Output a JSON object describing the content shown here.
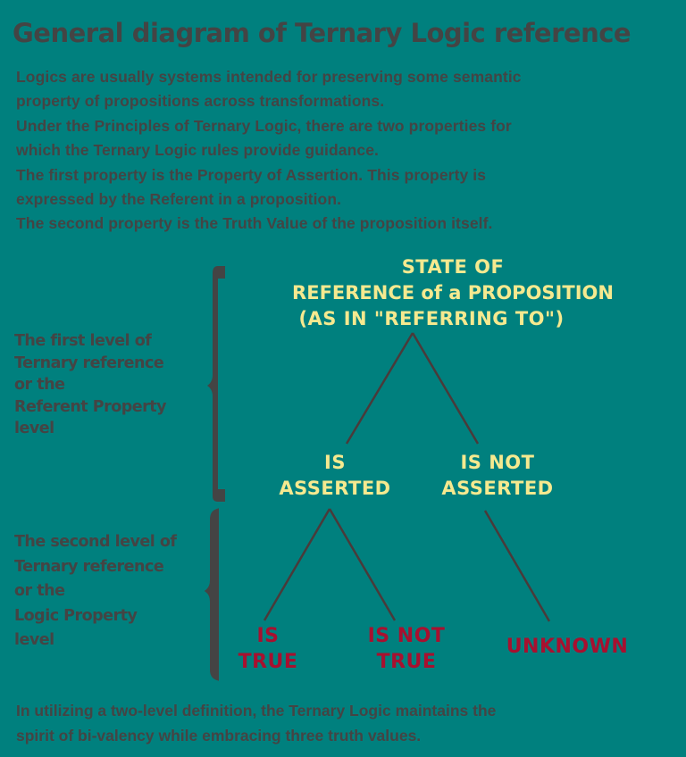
{
  "title": "General diagram of Ternary Logic reference",
  "intro": {
    "lines": [
      "Logics are usually systems intended for preserving some semantic",
      "property of propositions across transformations.",
      "Under the Principles of Ternary Logic, there are two properties for",
      "which the Ternary Logic rules provide guidance.",
      "The first property is the Property of Assertion. This property is",
      "expressed by the Referent in a proposition.",
      "The second property is the Truth Value of the proposition itself."
    ]
  },
  "levels": {
    "first": {
      "lines": [
        "The first level of",
        "Ternary reference",
        "or the",
        "Referent Property",
        "level"
      ]
    },
    "second": {
      "lines": [
        "The second level of",
        "Ternary reference",
        "or the",
        "Logic Property",
        "level"
      ]
    }
  },
  "tree": {
    "root": {
      "lines": [
        "STATE OF",
        "REFERENCE of a PROPOSITION",
        "(AS IN \"REFERRING TO\")"
      ]
    },
    "level1": [
      {
        "lines": [
          "IS",
          "ASSERTED"
        ]
      },
      {
        "lines": [
          "IS NOT",
          "ASSERTED"
        ]
      }
    ],
    "level2": [
      {
        "lines": [
          "IS",
          "TRUE"
        ]
      },
      {
        "lines": [
          "IS NOT",
          "TRUE"
        ]
      },
      {
        "lines": [
          "UNKNOWN"
        ]
      }
    ]
  },
  "outro": {
    "lines": [
      "In utilizing a two-level definition, the Ternary Logic maintains the",
      "spirit of bi-valency while embracing three truth values."
    ]
  },
  "colors": {
    "background": "#00807e",
    "text_dark": "#444444",
    "node_yellow": "#f5e98f",
    "node_red": "#a8102f",
    "line": "#4a3a3a"
  }
}
